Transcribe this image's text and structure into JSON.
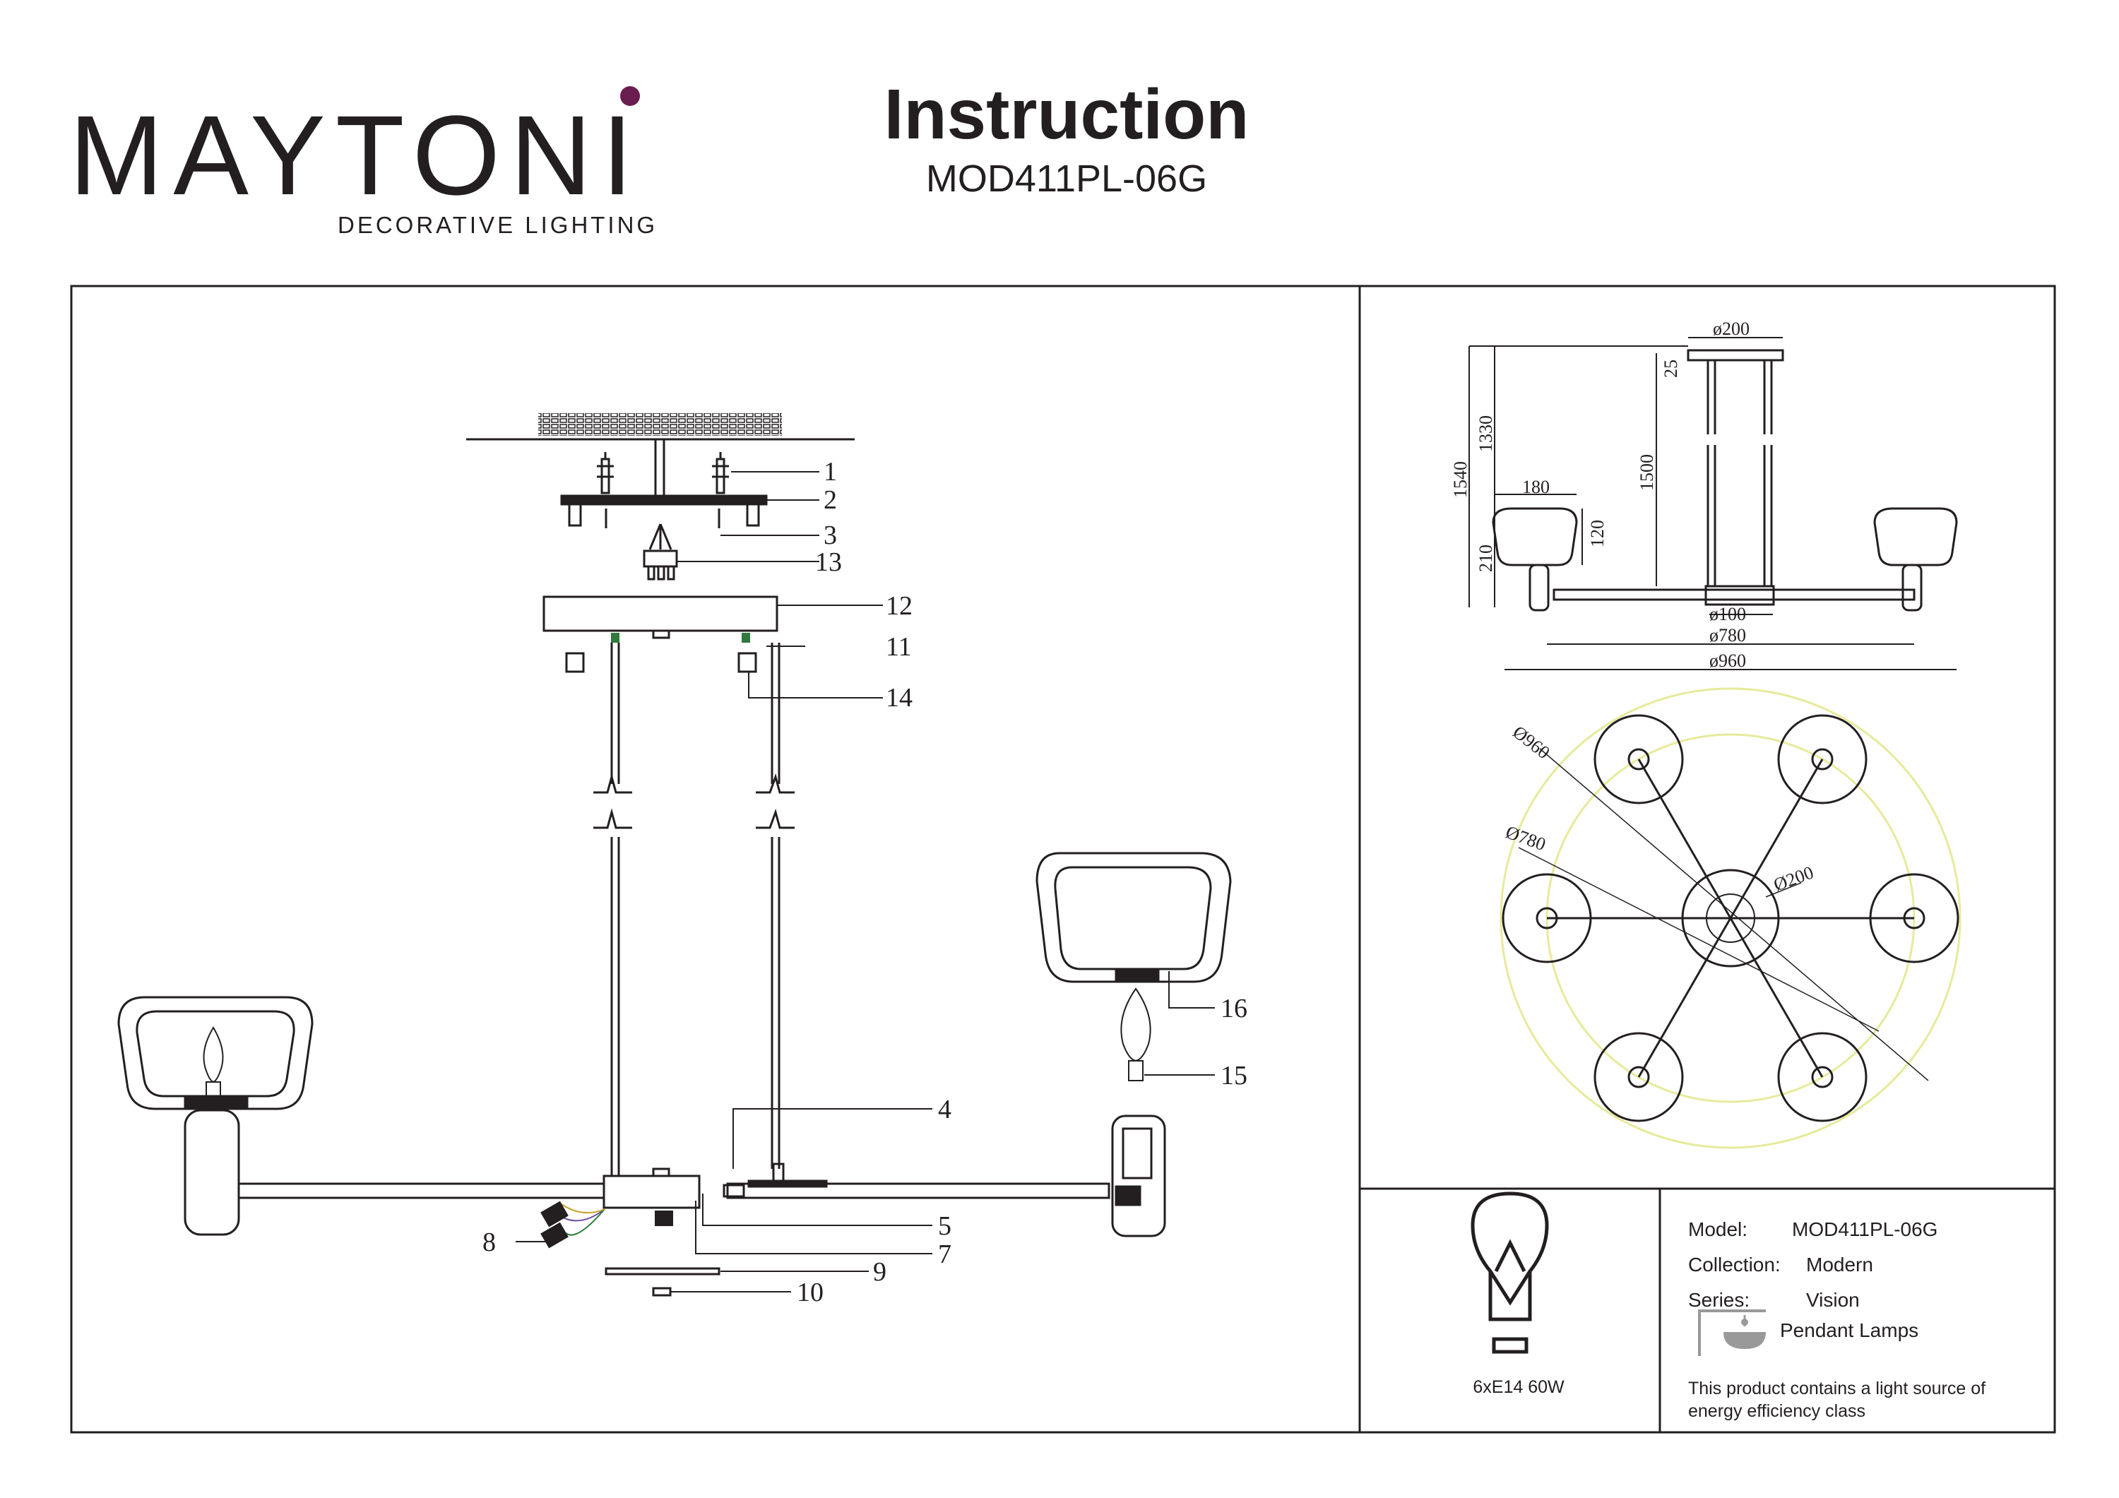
{
  "brand": {
    "name": "MAYTONI",
    "tagline": "DECORATIVE LIGHTING",
    "accent_color": "#6b1d4f"
  },
  "document": {
    "title": "Instruction",
    "model_code": "MOD411PL-06G"
  },
  "assembly_diagram": {
    "callouts": [
      "1",
      "2",
      "3",
      "13",
      "12",
      "11",
      "14",
      "16",
      "15",
      "4",
      "5",
      "7",
      "8",
      "9",
      "10"
    ]
  },
  "side_view": {
    "dimensions": {
      "canopy_diameter": "ø200",
      "canopy_height": "25",
      "rod_length_upper": "1330",
      "total_height": "1540",
      "rod_length": "1500",
      "shade_width": "180",
      "shade_inner_height": "120",
      "shade_height": "210",
      "hub_diameter": "ø100",
      "arm_span": "ø780",
      "overall_diameter": "ø960"
    }
  },
  "top_view": {
    "dimensions": {
      "outer_circle": "Ø960",
      "middle_circle": "Ø780",
      "inner_circle": "Ø200"
    },
    "arm_count": 6
  },
  "bulb_panel": {
    "icon": "light-bulb-icon",
    "rating": "6xE14 60W"
  },
  "product_info": {
    "model_label": "Model:",
    "model_value": "MOD411PL-06G",
    "collection_label": "Collection:",
    "collection_value": "Modern",
    "series_label": "Series:",
    "series_value": "Vision",
    "type_icon": "pendant-lamp-icon",
    "type_value": "Pendant Lamps",
    "energy_note_line1": "This product contains a light source of",
    "energy_note_line2": "energy efficiency class"
  }
}
